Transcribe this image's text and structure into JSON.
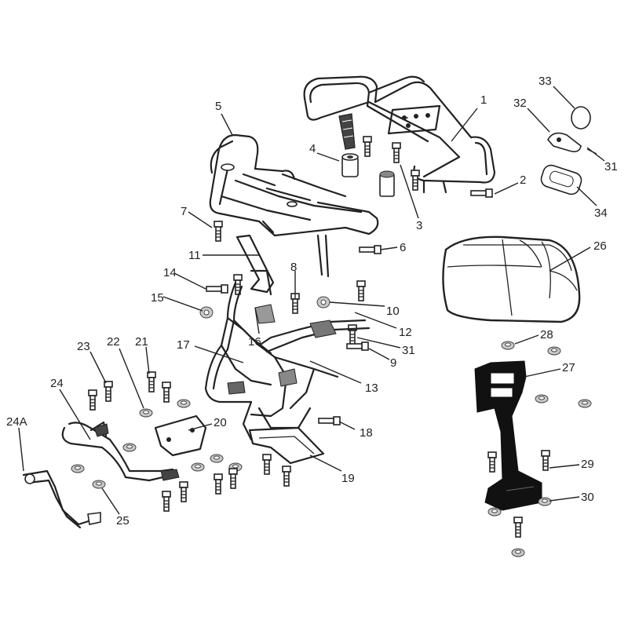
{
  "diagram": {
    "labels": {
      "p1": "1",
      "p2": "2",
      "p3": "3",
      "p4": "4",
      "p5": "5",
      "p6": "6",
      "p7": "7",
      "p8": "8",
      "p9": "9",
      "p10": "10",
      "p11": "11",
      "p12": "12",
      "p13": "13",
      "p14": "14",
      "p15": "15",
      "p16": "16",
      "p17": "17",
      "p18": "18",
      "p19": "19",
      "p20": "20",
      "p21": "21",
      "p22": "22",
      "p23": "23",
      "p24": "24",
      "p24a": "24A",
      "p25": "25",
      "p26": "26",
      "p27": "27",
      "p28": "28",
      "p29": "29",
      "p30": "30",
      "p31a": "31",
      "p31b": "31",
      "p32": "32",
      "p33": "33",
      "p34": "34"
    }
  }
}
